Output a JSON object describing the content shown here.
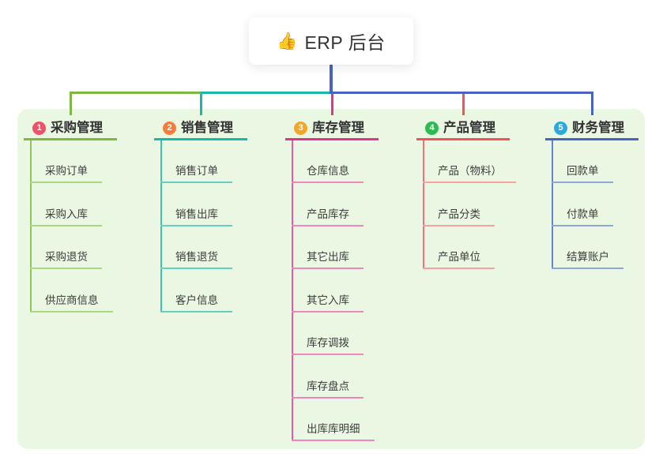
{
  "root": {
    "icon": "👍",
    "title": "ERP 后台"
  },
  "trunk_color": "#4c61c8",
  "branches": [
    {
      "number": "1",
      "label": "采购管理",
      "colors": {
        "circle": "#f0506a",
        "main": "#7cb93e",
        "mid": "#8ec65c",
        "light": "#aad780"
      },
      "children": [
        "采购订单",
        "采购入库",
        "采购退货",
        "供应商信息"
      ]
    },
    {
      "number": "2",
      "label": "销售管理",
      "colors": {
        "circle": "#f67d3e",
        "main": "#17b9ab",
        "mid": "#3cc3b6",
        "light": "#66cec3"
      },
      "children": [
        "销售订单",
        "销售出库",
        "销售退货",
        "客户信息"
      ]
    },
    {
      "number": "3",
      "label": "库存管理",
      "colors": {
        "circle": "#f6a626",
        "main": "#e0348f",
        "mid": "#e85aa4",
        "light": "#ef86bc"
      },
      "children": [
        "仓库信息",
        "产品库存",
        "其它出库",
        "其它入库",
        "库存调拨",
        "库存盘点",
        "出库库明细"
      ]
    },
    {
      "number": "4",
      "label": "产品管理",
      "colors": {
        "circle": "#2bbb50",
        "main": "#f4515c",
        "mid": "#f5707a",
        "light": "#f9a0a3"
      },
      "children": [
        "产品（物料）",
        "产品分类",
        "产品单位"
      ]
    },
    {
      "number": "5",
      "label": "财务管理",
      "colors": {
        "circle": "#2ba9de",
        "main": "#4663c6",
        "mid": "#6683cf",
        "light": "#8fa5dc"
      },
      "children": [
        "回款单",
        "付款单",
        "结算账户"
      ]
    }
  ]
}
